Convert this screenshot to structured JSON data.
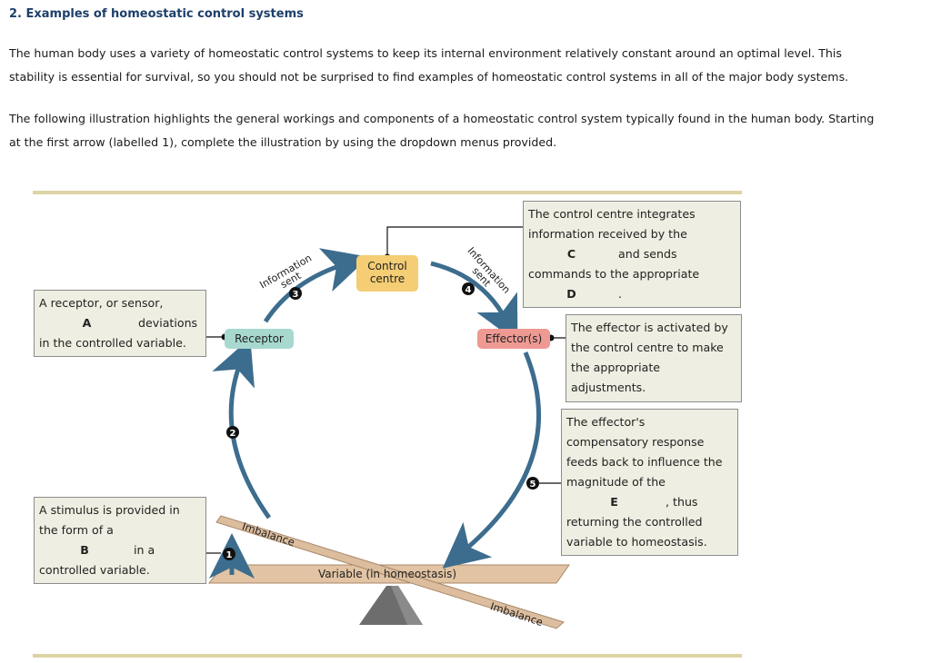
{
  "heading": "2. Examples of homeostatic control systems",
  "para1_line1": "The human body uses a variety of homeostatic control systems to keep its internal environment relatively constant around an optimal level. This",
  "para1_line2": "stability is essential for survival, so you should not be surprised to find examples of homeostatic control systems in all of the major body systems.",
  "para2_line1": "The following illustration highlights the general workings and components of a homeostatic control system typically found in the human body. Starting",
  "para2_line2": "at the first arrow (labelled 1), complete the illustration by using the dropdown menus provided.",
  "diagram": {
    "control_centre": [
      "Control",
      "centre"
    ],
    "receptor": "Receptor",
    "effector": "Effector(s)",
    "info_sent_left": [
      "Information",
      "sent"
    ],
    "info_sent_right": [
      "Information",
      "sent"
    ],
    "seesaw_variable": "Variable (in homeostasis)",
    "imbalance_left": "Imbalance",
    "imbalance_right": "Imbalance",
    "step_numbers": [
      "1",
      "2",
      "3",
      "4",
      "5"
    ]
  },
  "callouts": {
    "receptor": {
      "line1": "A receptor, or sensor,",
      "blank": "A",
      "line2_tail": "deviations",
      "line3": "in the controlled variable."
    },
    "stimulus": {
      "line1": "A stimulus is provided in",
      "line2": "the form of a",
      "blank": "B",
      "line3_tail": "in a",
      "line4": "controlled variable."
    },
    "control_centre": {
      "line1": "The control centre integrates",
      "line2": "information received by the",
      "blank_c": "C",
      "line3_tail": "and sends",
      "line4": "commands to the appropriate",
      "blank_d": "D",
      "line5_tail": "."
    },
    "effector": {
      "line1": "The effector is activated by",
      "line2": "the control centre to make",
      "line3": "the appropriate",
      "line4": "adjustments."
    },
    "feedback": {
      "line1": "The effector's",
      "line2": "compensatory response",
      "line3": "feeds back to influence the",
      "line4": "magnitude of the",
      "blank": "E",
      "line5_tail": ", thus",
      "line6": "returning the controlled",
      "line7": "variable to homeostasis."
    }
  }
}
